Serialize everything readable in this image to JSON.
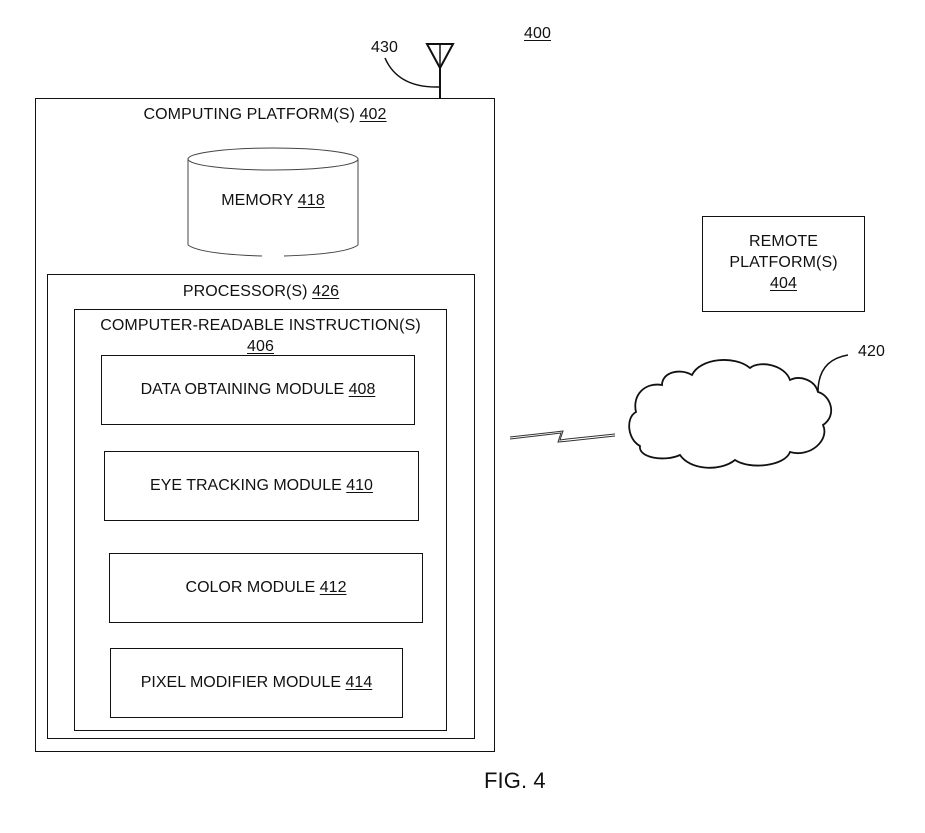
{
  "figure": {
    "ref": "400",
    "caption": "FIG. 4"
  },
  "antenna": {
    "ref": "430"
  },
  "computing_platform": {
    "label": "COMPUTING PLATFORM(S)",
    "ref": "402"
  },
  "memory": {
    "label": "MEMORY",
    "ref": "418"
  },
  "processor": {
    "label": "PROCESSOR(S)",
    "ref": "426"
  },
  "instructions": {
    "label": "COMPUTER-READABLE INSTRUCTION(S)",
    "ref": "406"
  },
  "modules": [
    {
      "label": "DATA OBTAINING MODULE",
      "ref": "408"
    },
    {
      "label": "EYE TRACKING MODULE",
      "ref": "410"
    },
    {
      "label": "COLOR MODULE",
      "ref": "412"
    },
    {
      "label": "PIXEL MODIFIER MODULE",
      "ref": "414"
    }
  ],
  "remote_platform": {
    "line1": "REMOTE",
    "line2": "PLATFORM(S)",
    "ref": "404"
  },
  "network": {
    "ref": "420"
  }
}
